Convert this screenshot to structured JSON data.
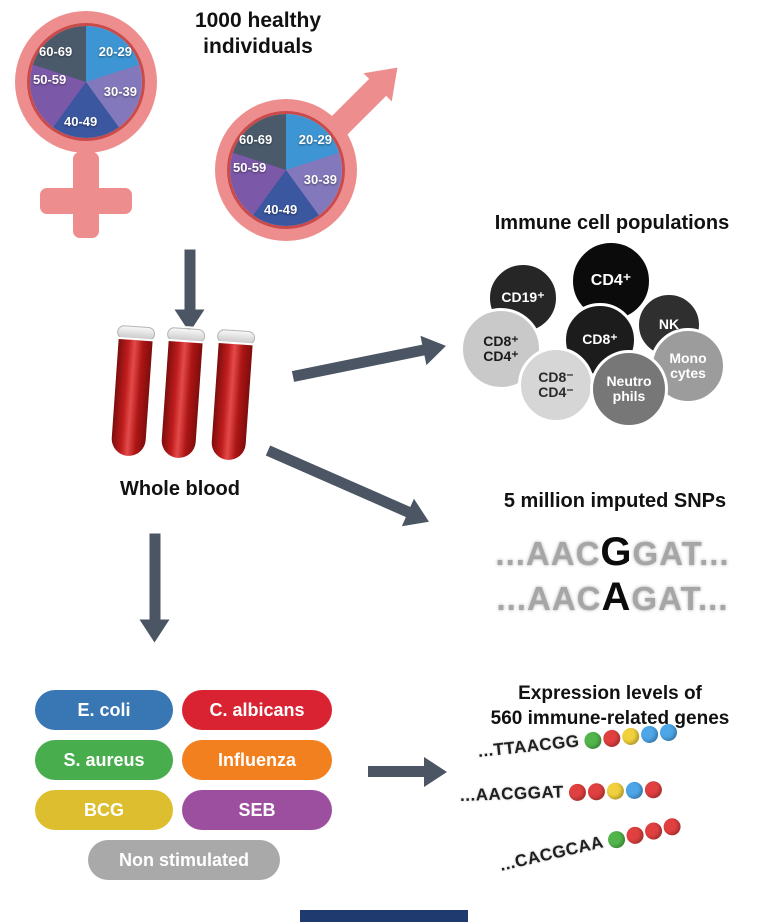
{
  "colors": {
    "arrow": "#4b5563",
    "pink": "#ee8d8d",
    "ring": "#c94b4b",
    "banner": "#1e3a6e"
  },
  "header": {
    "line1": "1000 healthy",
    "line2": "individuals"
  },
  "demographics": {
    "age_groups": [
      {
        "label": "20-29",
        "color": "#3d96d3"
      },
      {
        "label": "30-39",
        "color": "#8478bc"
      },
      {
        "label": "40-49",
        "color": "#3a57a0"
      },
      {
        "label": "50-59",
        "color": "#7c58a8"
      },
      {
        "label": "60-69",
        "color": "#4b5a6b"
      }
    ]
  },
  "blood": {
    "label": "Whole blood"
  },
  "immune": {
    "title": "Immune cell populations",
    "cells": [
      {
        "line1": "CD19⁺",
        "line2": "",
        "bg": "#262626",
        "fg": "#ffffff"
      },
      {
        "line1": "CD4⁺",
        "line2": "",
        "bg": "#0b0b0b",
        "fg": "#ffffff"
      },
      {
        "line1": "NK",
        "line2": "",
        "bg": "#2f2f2f",
        "fg": "#ffffff"
      },
      {
        "line1": "CD8⁺",
        "line2": "CD4⁺",
        "bg": "#c9c9c9",
        "fg": "#1a1a1a"
      },
      {
        "line1": "CD8⁺",
        "line2": "",
        "bg": "#1c1c1c",
        "fg": "#ffffff"
      },
      {
        "line1": "Mono",
        "line2": "cytes",
        "bg": "#9c9c9c",
        "fg": "#ffffff"
      },
      {
        "line1": "CD8⁻",
        "line2": "CD4⁻",
        "bg": "#d6d6d6",
        "fg": "#2a2a2a"
      },
      {
        "line1": "Neutro",
        "line2": "phils",
        "bg": "#777777",
        "fg": "#ffffff"
      }
    ]
  },
  "snps": {
    "title": "5 million imputed SNPs",
    "lines": [
      {
        "pre": "...AAC",
        "variant": "G",
        "post": "GAT..."
      },
      {
        "pre": "...AAC",
        "variant": "A",
        "post": "GAT..."
      }
    ]
  },
  "stimulations": [
    {
      "label": "E. coli",
      "color": "#3876b4"
    },
    {
      "label": "C. albicans",
      "color": "#da2332"
    },
    {
      "label": "S. aureus",
      "color": "#47ad4d"
    },
    {
      "label": "Influenza",
      "color": "#f3801e"
    },
    {
      "label": "BCG",
      "color": "#ddbe2e"
    },
    {
      "label": "SEB",
      "color": "#9c4f9f"
    },
    {
      "label": "Non stimulated",
      "color": "#a9a9a9"
    }
  ],
  "expression": {
    "title_line1": "Expression levels of",
    "title_line2": "560 immune-related genes",
    "rows": [
      {
        "seq": "...TTAACGG",
        "beads": [
          "#52b54b",
          "#e04040",
          "#f0d03c",
          "#4da6e8",
          "#4da6e8"
        ]
      },
      {
        "seq": "...AACGGAT",
        "beads": [
          "#e04040",
          "#e04040",
          "#f0d03c",
          "#4da6e8",
          "#e04040"
        ]
      },
      {
        "seq": "...CACGCAA",
        "beads": [
          "#52b54b",
          "#e04040",
          "#e04040",
          "#e04040"
        ]
      }
    ]
  }
}
